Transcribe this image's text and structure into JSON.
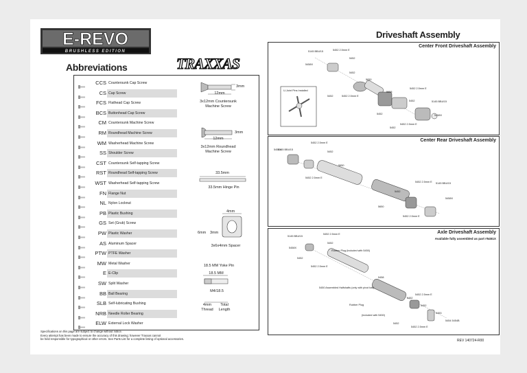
{
  "logo": {
    "brand": "E-REVO",
    "edition": "BRUSHLESS EDITION",
    "maker": "TRAXXAS"
  },
  "abbreviations_title": "Abbreviations",
  "abbreviations": [
    {
      "code": "CCS",
      "name": "Countersunk Cap Screw"
    },
    {
      "code": "CS",
      "name": "Cap Screw"
    },
    {
      "code": "FCS",
      "name": "Flathead Cap Screw"
    },
    {
      "code": "BCS",
      "name": "Buttonhead Cap Screw"
    },
    {
      "code": "CM",
      "name": "Countersunk Machine Screw"
    },
    {
      "code": "RM",
      "name": "Roundhead Machine Screw"
    },
    {
      "code": "WM",
      "name": "Washerhead Machine Screw"
    },
    {
      "code": "SS",
      "name": "Shoulder Screw"
    },
    {
      "code": "CST",
      "name": "Countersunk Self-tapping Screw"
    },
    {
      "code": "RST",
      "name": "Roundhead Self-tapping Screw"
    },
    {
      "code": "WST",
      "name": "Washerhead Self-tapping Screw"
    },
    {
      "code": "FN",
      "name": "Flange Nut"
    },
    {
      "code": "NL",
      "name": "Nylon Locknut"
    },
    {
      "code": "PB",
      "name": "Plastic Bushing"
    },
    {
      "code": "GS",
      "name": "Set (Grub) Screw"
    },
    {
      "code": "PW",
      "name": "Plastic Washer"
    },
    {
      "code": "AS",
      "name": "Aluminum Spacer"
    },
    {
      "code": "PTW",
      "name": "PTFE Washer"
    },
    {
      "code": "MW",
      "name": "Metal Washer"
    },
    {
      "code": "E",
      "name": "E-Clip"
    },
    {
      "code": "SW",
      "name": "Split Washer"
    },
    {
      "code": "BB",
      "name": "Ball Bearing"
    },
    {
      "code": "SLB",
      "name": "Self-lubricating Bushing"
    },
    {
      "code": "NRB",
      "name": "Needle Roller Bearing"
    },
    {
      "code": "ELW",
      "name": "External Lock Washer"
    }
  ],
  "drawings": {
    "ccs_dim_3": "3mm",
    "ccs_dim_12": "12mm",
    "ccs_caption": "3x12mm Countersunk Machine Screw",
    "rm_dim_3": "3mm",
    "rm_dim_12": "12mm",
    "rm_caption": "3x12mm Roundhead Machine Screw",
    "pin_dim": "33.5mm",
    "pin_caption": "33.5mm Hinge Pin",
    "spacer_dim_4": "4mm",
    "spacer_dim_6": "6mm",
    "spacer_dim_3": "3mm",
    "spacer_caption": "3x6x4mm Spacer",
    "yoke_title": "18.5 MM Yoke Pin",
    "yoke_dim": "18.5 MM",
    "yoke_thread": "M4/18.5",
    "yoke_label_thread": "4mm Thread",
    "yoke_label_total": "Total Length"
  },
  "main_title": "Driveshaft Assembly",
  "panels": {
    "front": {
      "title": "Center Front Driveshaft Assembly",
      "inset_label": "U-Joint Pins Installed",
      "labels": [
        "5145 BB4/15",
        "5452 2.5mm E",
        "5452",
        "5458X",
        "5452",
        "5650",
        "5452 2.5mm E",
        "5452",
        "5658",
        "5452 2.5mm E",
        "5452",
        "5145 BB4/15",
        "5452",
        "5458X",
        "5452 2.5mm E",
        "5452"
      ]
    },
    "rear": {
      "title": "Center Rear Driveshaft Assembly",
      "labels": [
        "5145 BB4/15",
        "5452 2.5mm E",
        "5458X",
        "5452",
        "5650",
        "5452 2.5mm E",
        "5452",
        "5452 2.5mm E",
        "5145 BB4/15",
        "5650",
        "5458X",
        "5452 2.5mm E"
      ]
    },
    "axle": {
      "title": "Axle Driveshaft Assembly",
      "subtitle": "Available fully assembled as part #5451X",
      "labels": [
        "5145 BB4/15",
        "5452 2.5mm E",
        "5452",
        "5458X",
        "Rubber Plug (included with 5450)",
        "5452",
        "5452 2.5mm E",
        "5450 Assembled Halfshafts (only with pivot ball)",
        "5458",
        "Rubber Plug",
        "(included with 5450)",
        "5452 2.5mm E",
        "5452",
        "5452",
        "5453",
        "5454 5454B",
        "5452",
        "5452 2.5mm E"
      ]
    }
  },
  "footer": {
    "line1": "Specifications on this page are subject to change without notice.",
    "line2": "Every attempt has been made to ensure the accuracy of this drawing; however Traxxas cannot",
    "line3": "be held responsible for typographical or other errors. See Parts List for a complete listing of optional accessories.",
    "rev": "REV 140724-R00"
  }
}
